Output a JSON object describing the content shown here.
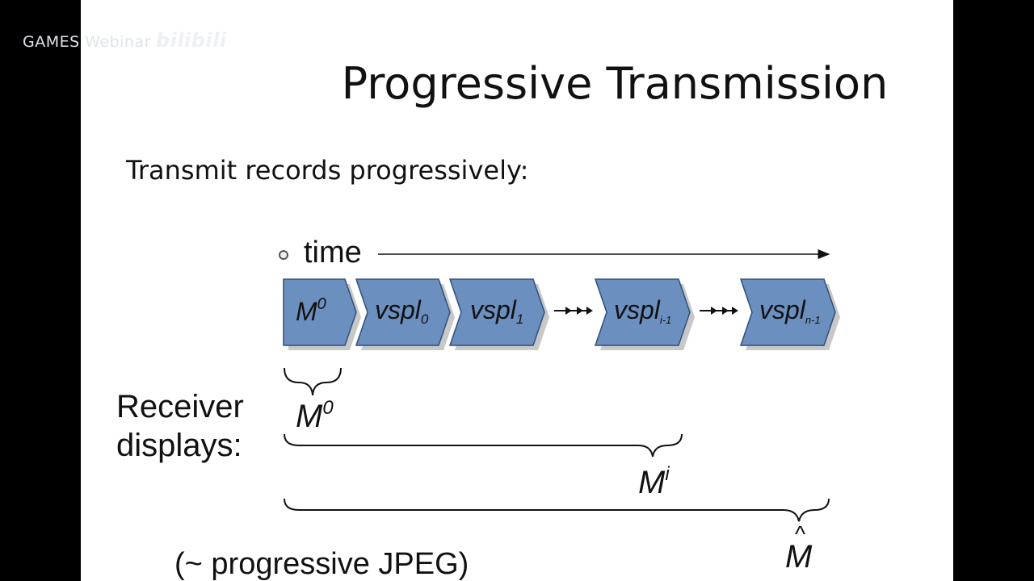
{
  "watermark": {
    "text": "GAMES Webinar",
    "brand": "bilibili"
  },
  "slide": {
    "title": "Progressive Transmission",
    "subtitle": "Transmit records progressively:",
    "time_label": "time",
    "records": [
      {
        "base": "M",
        "sup": "0",
        "sub": ""
      },
      {
        "base": "vspl",
        "sup": "",
        "sub": "0"
      },
      {
        "base": "vspl",
        "sup": "",
        "sub": "1"
      },
      {
        "base": "vspl",
        "sup": "",
        "sub": "i-1"
      },
      {
        "base": "vspl",
        "sup": "",
        "sub": "n-1"
      }
    ],
    "receiver_line1": "Receiver",
    "receiver_line2": "displays:",
    "m0_base": "M",
    "m0_sup": "0",
    "mi_base": "M",
    "mi_sup": "i",
    "mhat": "M",
    "jpeg_note": "(~ progressive JPEG)"
  },
  "colors": {
    "chevron_fill": "#6b8fbf",
    "chevron_stroke": "#2f4f7a",
    "shadow": "#bbbbbb"
  }
}
